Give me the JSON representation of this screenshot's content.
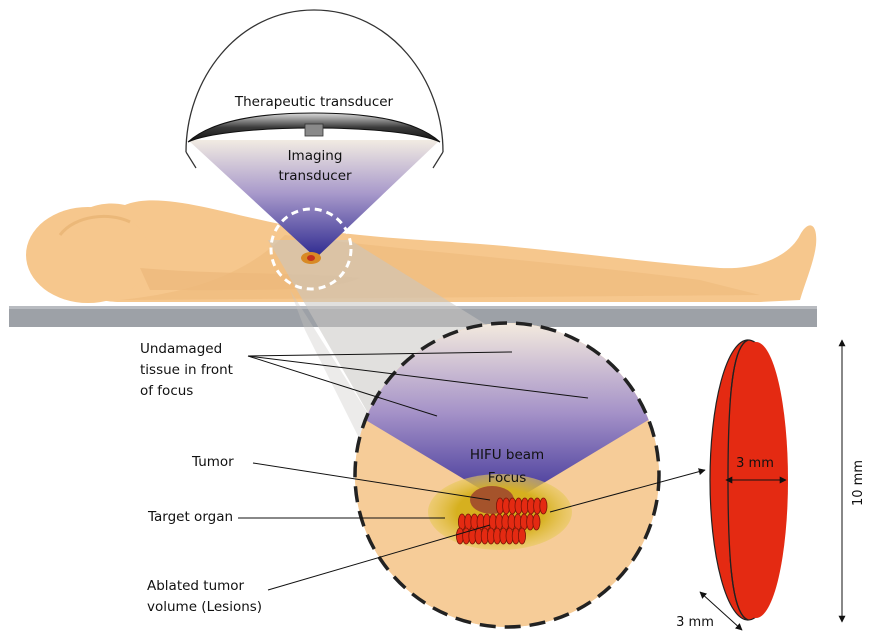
{
  "labels": {
    "therapeutic_transducer": "Therapeutic transducer",
    "imaging_line1": "Imaging",
    "imaging_line2": "transducer",
    "undamaged_line1": "Undamaged",
    "undamaged_line2": "tissue in front",
    "undamaged_line3": "of focus",
    "tumor": "Tumor",
    "target_organ": "Target organ",
    "ablated_line1": "Ablated tumor",
    "ablated_line2": "volume (Lesions)",
    "hifu_beam": "HIFU beam",
    "focus": "Focus",
    "lesion_width": "3 mm",
    "lesion_length": "10 mm",
    "lesion_depth": "3 mm"
  },
  "colors": {
    "skin": "#f6c78d",
    "skin_shadow": "#e8b377",
    "table": "#9da1a7",
    "beam_top": "#f4ead8",
    "beam_bottom": "#2d2a8e",
    "lesion": "#e42a12",
    "organ": "#d9b11e",
    "tumor": "#a5532b",
    "cone_shadow": "#c9c7c2"
  }
}
